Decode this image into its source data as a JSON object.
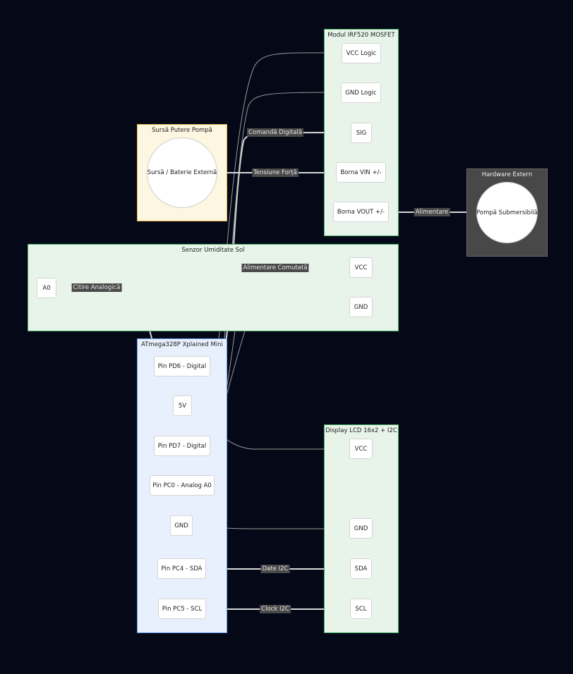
{
  "groups": {
    "mosfet": "Modul IRF520 MOSFET",
    "power": "Sursă Putere Pompă",
    "hardware": "Hardware Extern",
    "sensor": "Senzor Umiditate Sol",
    "atmega": "ATmega328P Xplained Mini",
    "lcd": "Display LCD 16x2 + I2C"
  },
  "nodes": {
    "mosfet_vcc": "VCC Logic",
    "mosfet_gnd": "GND Logic",
    "mosfet_sig": "SIG",
    "mosfet_vin": "Borna VIN +/-",
    "mosfet_vout": "Borna VOUT +/-",
    "power_source": "Sursă / Baterie Externă",
    "pump": "Pompă Submersibilă",
    "sensor_a0": "A0",
    "sensor_vcc": "VCC",
    "sensor_gnd": "GND",
    "pd6": "Pin PD6 - Digital",
    "v5": "5V",
    "pd7": "Pin PD7 - Digital",
    "pc0": "Pin PC0 - Analog A0",
    "gnd": "GND",
    "pc4": "Pin PC4 - SDA",
    "pc5": "Pin PC5 - SCL",
    "lcd_vcc": "VCC",
    "lcd_gnd": "GND",
    "lcd_sda": "SDA",
    "lcd_scl": "SCL"
  },
  "edges": {
    "digital_cmd": "Comandă Digitală",
    "power_force": "Tensiune Forță",
    "supply": "Alimentare",
    "switched_supply": "Alimentare Comutată",
    "analog_read": "Citire Analogică",
    "i2c_data": "Date I2C",
    "i2c_clock": "Clock I2C"
  }
}
